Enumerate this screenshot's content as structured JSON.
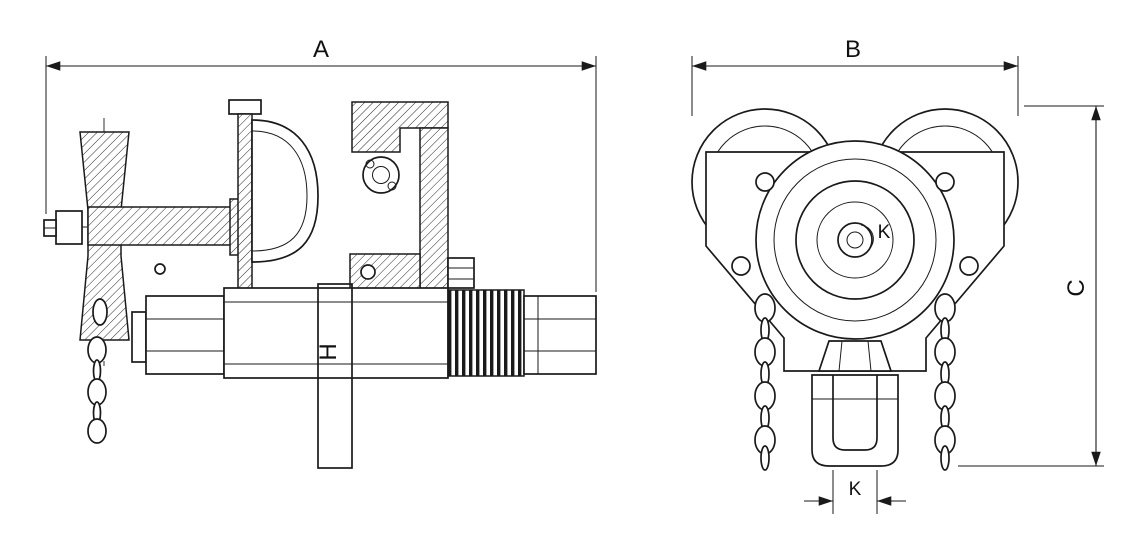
{
  "drawing": {
    "labels": {
      "A": "A",
      "B": "B",
      "C": "C",
      "H": "H",
      "K_center": "K",
      "K_bottom": "K"
    },
    "colors": {
      "line": "#1a1a1a",
      "background": "#ffffff"
    }
  }
}
